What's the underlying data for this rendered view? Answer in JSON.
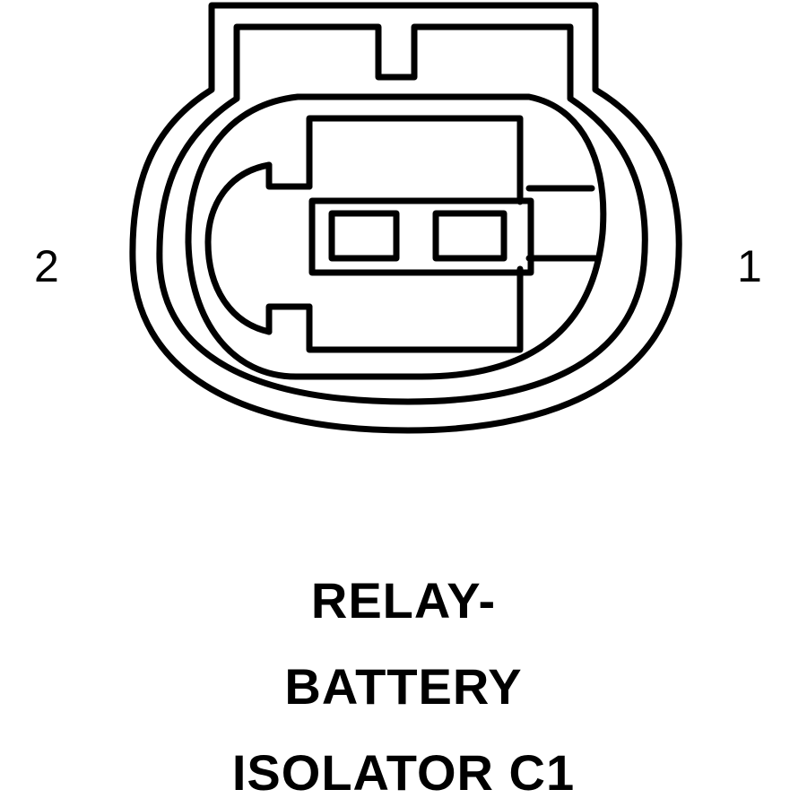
{
  "diagram": {
    "pin_labels": {
      "left": "2",
      "right": "1"
    },
    "title_lines": [
      "RELAY-",
      "BATTERY",
      "ISOLATOR C1"
    ],
    "colors": {
      "stroke": "#000000",
      "background": "#ffffff"
    }
  }
}
